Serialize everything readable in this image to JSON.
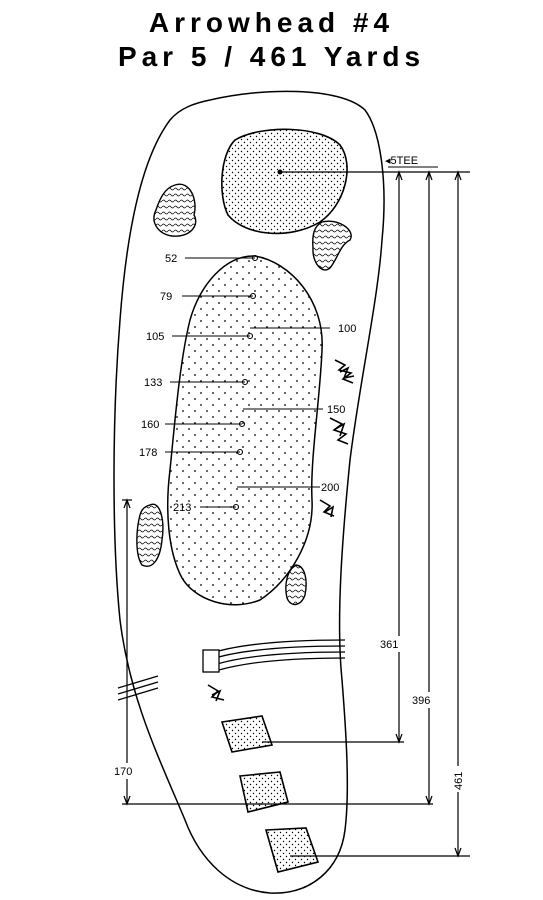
{
  "header": {
    "title": "Arrowhead #4",
    "subtitle": "Par 5 / 461 Yards"
  },
  "hole": {
    "tee_marker": "◂5TEE",
    "fairway_yardages": [
      "52",
      "79",
      "105",
      "133",
      "160",
      "178",
      "213"
    ],
    "center_yardages": [
      "100",
      "150",
      "200"
    ],
    "distances": {
      "green_to_tee1": "361",
      "green_to_tee2": "396",
      "green_to_tee3": "461",
      "carry": "170"
    }
  }
}
